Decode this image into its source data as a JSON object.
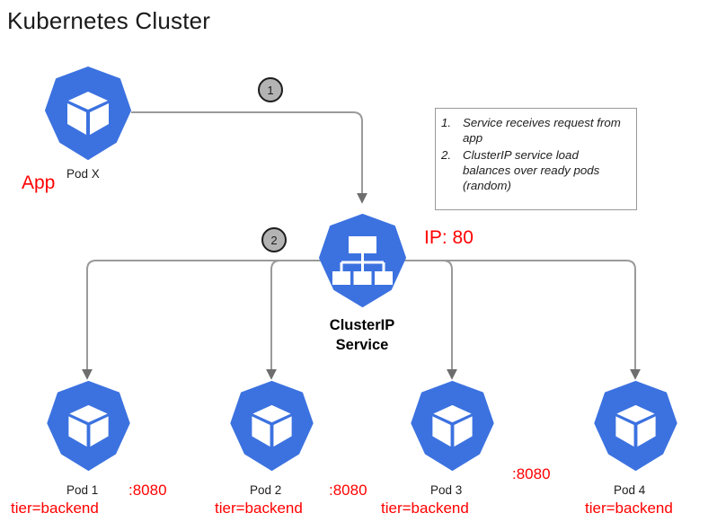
{
  "diagram": {
    "title": "Kubernetes Cluster",
    "colors": {
      "k8s_blue": "#3c72e0",
      "annotation_red": "#ff0000",
      "connector_gray": "#9a9a9a",
      "badge_fill": "#b3b3b3",
      "text_dark": "#1d1d1d"
    }
  },
  "client": {
    "pod_label": "Pod X",
    "app_label": "App",
    "icon": "k8s-pod-cube-icon"
  },
  "service": {
    "name_line1": "ClusterIP",
    "name_line2": "Service",
    "ip_label": "IP: 80",
    "icon": "k8s-service-hierarchy-icon"
  },
  "steps": [
    {
      "badge": "1"
    },
    {
      "badge": "2"
    }
  ],
  "legend": {
    "items": [
      {
        "num": "1.",
        "text": "Service receives request from app"
      },
      {
        "num": "2.",
        "text": "ClusterIP service load balances over ready pods (random)"
      }
    ]
  },
  "backend_pods": [
    {
      "name": "Pod 1",
      "port": ":8080",
      "selector": "tier=backend",
      "icon": "k8s-pod-cube-icon"
    },
    {
      "name": "Pod 2",
      "port": ":8080",
      "selector": "tier=backend",
      "icon": "k8s-pod-cube-icon"
    },
    {
      "name": "Pod 3",
      "port": ":8080",
      "selector": "tier=backend",
      "icon": "k8s-pod-cube-icon"
    },
    {
      "name": "Pod 4",
      "port": ":8080",
      "selector": "tier=backend",
      "icon": "k8s-pod-cube-icon"
    }
  ]
}
